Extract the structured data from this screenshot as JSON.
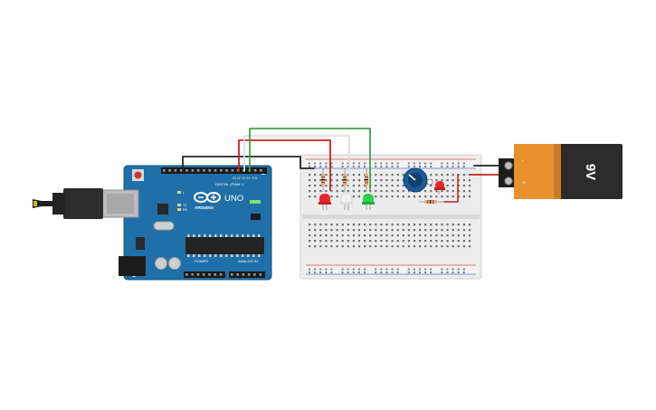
{
  "arduino": {
    "model_label": "UNO",
    "brand_label": "ARDUINO",
    "on_label": "ON",
    "digital_header_label": "DIGITAL (PWM~)",
    "power_header_label": "POWER",
    "analog_header_label": "ANALOG IN",
    "tx_label": "TX",
    "rx_label": "RX",
    "l_label": "L",
    "pin_13_label": "13",
    "pin_12_label": "12",
    "pin_11_label": "~11",
    "pin_10_label": "~10",
    "pin_9_label": "~9",
    "pin_8_label": "8"
  },
  "battery": {
    "voltage_label": "9V",
    "minus_label": "-",
    "plus_label": "+"
  },
  "colors": {
    "board_blue": "#1f6fa8",
    "board_dark": "#16507c",
    "wire_red": "#cc1f1f",
    "wire_green": "#3fa34d",
    "wire_white": "#e0e0e0",
    "wire_black": "#222222",
    "battery_orange": "#e7902d",
    "battery_black": "#2b2b2b",
    "breadboard": "#e9e9e9",
    "led_red": "#e8262b",
    "led_green": "#2bd14a",
    "led_white": "#f2f2f2",
    "pot_blue": "#1a5b9a"
  },
  "components": {
    "leds": [
      "red",
      "white",
      "green",
      "red"
    ],
    "resistors": 4,
    "potentiometer": 1
  }
}
